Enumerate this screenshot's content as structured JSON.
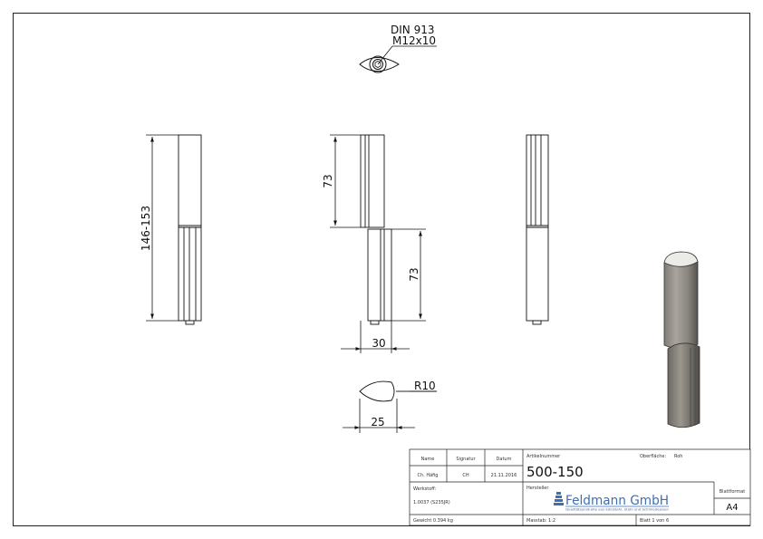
{
  "drawing": {
    "callout_standard": "DIN 913",
    "callout_thread": "M12x10",
    "dim_total_length": "146-153",
    "dim_upper_length": "73",
    "dim_lower_length": "73",
    "dim_width_30": "30",
    "dim_width_25": "25",
    "dim_radius": "R10"
  },
  "title_block": {
    "name_label": "Name",
    "signature_label": "Signatur",
    "date_label": "Datum",
    "name_value": "Ch. Häfig",
    "signature_value": "CH",
    "date_value": "21.11.2016",
    "article_label": "Artikelnummer",
    "article_value": "500-150",
    "surface_label": "Oberfläche:",
    "surface_value": "Roh",
    "material_label": "Werkstoff:",
    "material_value": "1.0037 (S235JR)",
    "manufacturer_label": "Hersteller",
    "company_name": "Feldmann GmbH",
    "company_tagline": "Qualitätsprodukte aus Edelstahl, Stahl und Schmiedeeisen",
    "sheet_format_label": "Blattformat",
    "sheet_format_value": "A4",
    "weight_text": "Gewicht 0.394 kg",
    "scale_text": "Masstab: 1:2",
    "sheet_text": "Blatt 1 von 6"
  }
}
